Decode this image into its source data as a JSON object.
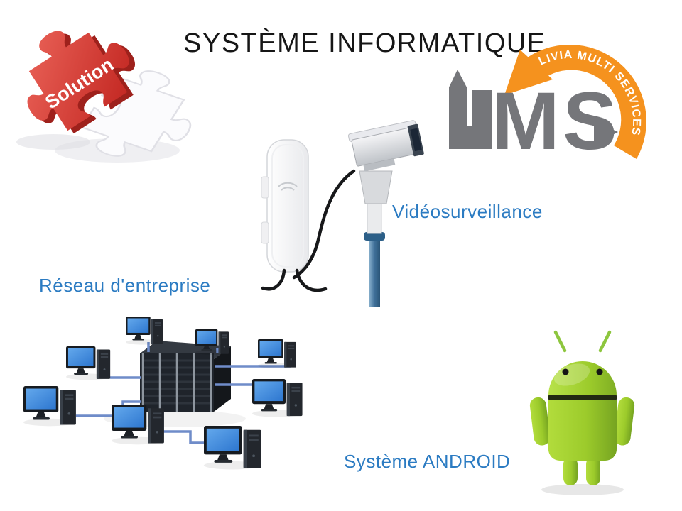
{
  "slide": {
    "title": "SYSTÈME INFORMATIQUE",
    "background_color": "#ffffff"
  },
  "puzzle": {
    "label": "Solution",
    "red_color": "#cf2b25",
    "white_piece_color": "#fbfbfd"
  },
  "logo": {
    "letters": "LMS",
    "letter_m": "M",
    "letter_s": "S",
    "arc_text": "LIVIA MULTI SERVICES",
    "orange_color": "#f5921e",
    "gray_color": "#75767a"
  },
  "labels": {
    "videosurveillance": "Vidéosurveillance",
    "reseau": "Réseau d'entreprise",
    "android": "Système ANDROID",
    "text_color": "#2b7bc2"
  },
  "illustrations": {
    "puzzle": "red solution puzzle piece over white puzzle piece",
    "camera": "wireless access point antenna cabled to CCTV camera on blue pole",
    "network": "server rack connected to eight desktop computers with blue lines",
    "android": "green Android robot mascot",
    "screen_blue": "#2f7fd6",
    "connector_blue": "#6f8cc9",
    "android_green": "#9ccb2b"
  }
}
